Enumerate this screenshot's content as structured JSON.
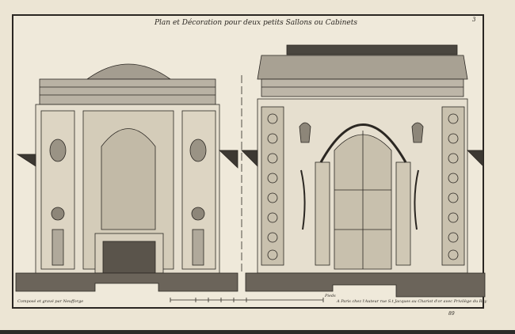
{
  "title": "Plan et Décoration pour deux petits Sallons ou Cabinets",
  "page_number": "3",
  "credit_left": "Composé et gravé par Neufforge",
  "credit_right": "A Paris chez l'Auteur rue S.t Jacques au Chariot d'or avec Privilège du Roy",
  "scale_label": "Pieds",
  "plate_number": "89",
  "colors": {
    "paper": "#ece5d4",
    "ink": "#2b2722",
    "shade": "#6b645a"
  }
}
